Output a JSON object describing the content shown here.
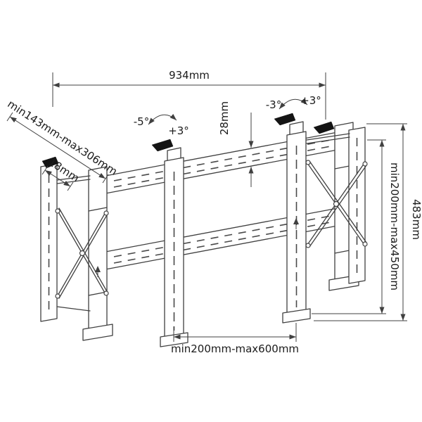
{
  "diagram": {
    "labels": {
      "width_top": "934mm",
      "depth_range": "min143mm-max306mm",
      "profile_thickness": "18mm",
      "tilt_left_down": "-5°",
      "tilt_left_up": "+3°",
      "rail_height": "28mm",
      "tilt_right_down": "-3°",
      "tilt_right_up": "+3°",
      "height_range": "min200mm-max450mm",
      "total_height": "483mm",
      "width_range": "min200mm-max600mm"
    },
    "colors": {
      "background": "#ffffff",
      "line": "#404040",
      "text": "#1b1b1b",
      "lever": "#141414"
    }
  }
}
